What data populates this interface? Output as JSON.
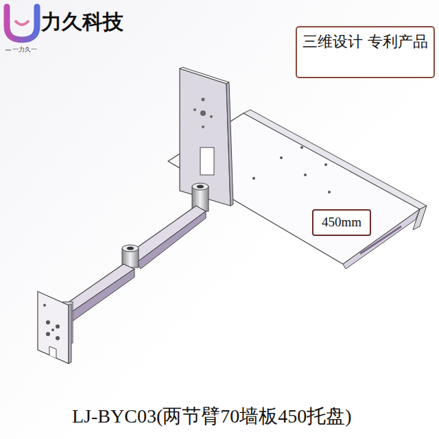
{
  "diagram": {
    "caption": "LJ-BYC03(两节臂70墙板450托盘)",
    "nodes": [
      {
        "text": [
          "三维设计 专利产品"
        ]
      },
      {
        "text": [
          "450mm"
        ]
      }
    ],
    "edges": [],
    "labels": [
      "力久科技",
      "一力久一"
    ]
  }
}
